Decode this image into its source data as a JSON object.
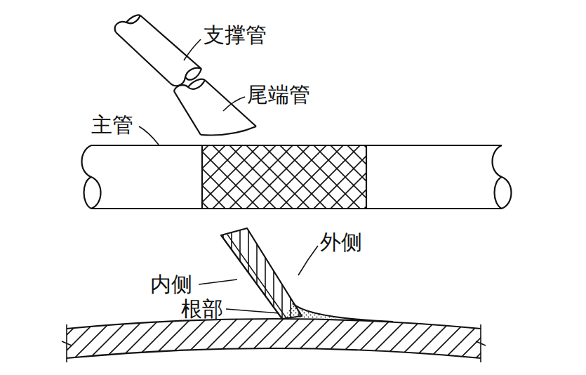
{
  "diagram": {
    "labels": [
      "支撑管",
      "尾端管",
      "主管",
      "外侧",
      "内侧",
      "根部"
    ]
  }
}
